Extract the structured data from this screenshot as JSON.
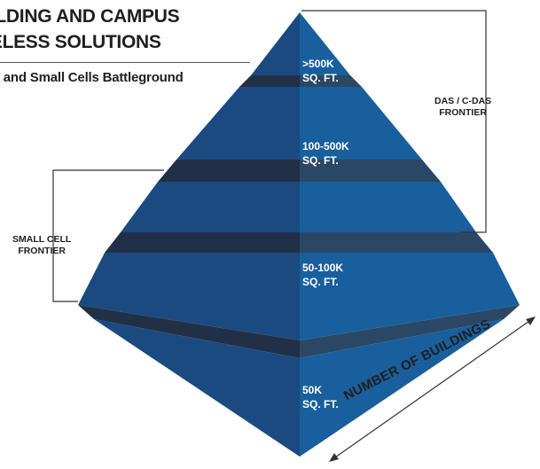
{
  "title": {
    "line1": "UILDING AND CAMPUS",
    "line2": "RELESS SOLUTIONS"
  },
  "subtitle": "S and Small Cells Battleground",
  "tiers": [
    {
      "line1": ">500K",
      "line2": "SQ. FT."
    },
    {
      "line1": "100-500K",
      "line2": "SQ. FT."
    },
    {
      "line1": "50-100K",
      "line2": "SQ. FT."
    },
    {
      "line1": "50K",
      "line2": "SQ. FT."
    }
  ],
  "das_frontier": {
    "line1": "DAS / C-DAS",
    "line2": "FRONTIER"
  },
  "small_cell_frontier": {
    "line1": "SMALL CELL",
    "line2": "FRONTIER"
  },
  "axis_label": "NUMBER OF BUILDINGS",
  "colors": {
    "face_left": "#1b4a80",
    "face_right": "#195f9d",
    "band_left": "#213047",
    "band_right": "#2a4866",
    "bracket": "#333333"
  }
}
